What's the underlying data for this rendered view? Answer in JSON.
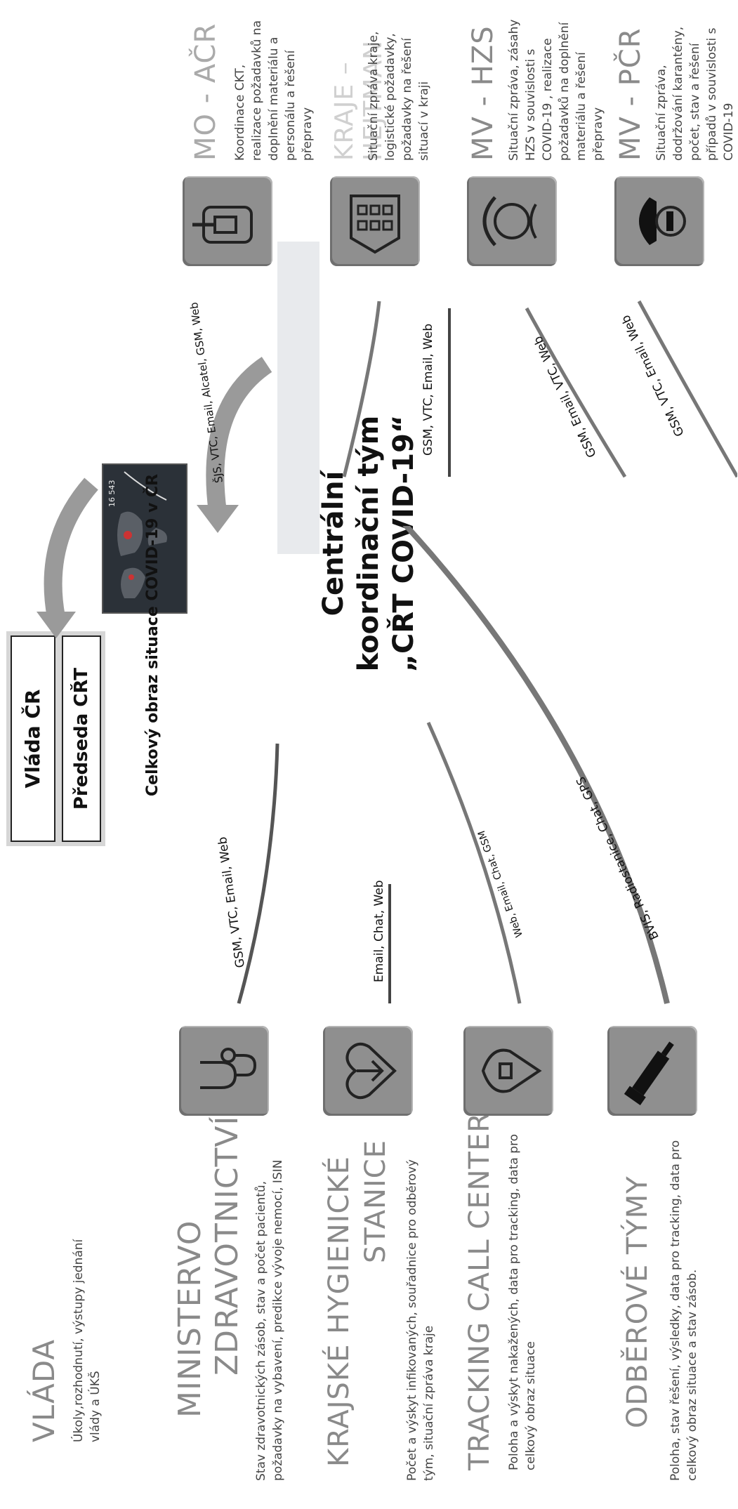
{
  "center": {
    "line1": "Centrální",
    "line2": "koordinační tým",
    "line3": "„CŘT COVID-19“"
  },
  "overview_title": "Celkový obraz situace COVID-19 v ČR",
  "gov_boxes": {
    "vlada": "Vláda ČR",
    "predseda": "Předseda CŘT"
  },
  "left_entities": [
    {
      "title_line1": "VLÁDA",
      "title_line2": "",
      "desc": "Úkoly,rozhodnutí, výstupy jednání vlády a ÚKŠ",
      "icon": "none"
    },
    {
      "title_line1": "MINISTERVO",
      "title_line2": "ZDRAVOTNICTVÍ",
      "desc": "Stav zdravotnických zásob, stav a počet pacientů, požadavky na vybavení, predikce vývoje nemocí, ISIN",
      "icon": "stethoscope-icon",
      "channels": "GSM, VTC, Email, Web"
    },
    {
      "title_line1": "KRAJSKÉ HYGIENICKÉ",
      "title_line2": "STANICE",
      "desc": "Počet a výskyt infikovaných, souřadnice pro odběrový tým, situační zpráva kraje",
      "icon": "heart-arrow-icon",
      "channels": "Email, Chat, Web"
    },
    {
      "title_line1": "TRACKING CALL CENTER",
      "title_line2": "",
      "desc": "Poloha a výskyt nakažených, data pro tracking, data pro celkový obraz situace",
      "icon": "location-pin-icon",
      "channels": "Web, Email, Chat, GSM"
    },
    {
      "title_line1": "ODBĚROVÉ TÝMY",
      "title_line2": "",
      "desc": "Poloha, stav řešení, výsledky, data pro tracking, data pro celkový obraz situace a stav zásob.",
      "icon": "syringe-icon",
      "channels": "BVIS, Radiostanice, Chat, GPS"
    }
  ],
  "right_entities": [
    {
      "title": "MO - AČR",
      "desc": "Koordinace CKT, realizace požadavků na doplnění materiálu a personálu a řešení přepravy",
      "icon": "tank-icon",
      "channels": "ŠJS, VTC, Email, Alcatel, GSM, Web"
    },
    {
      "title": "KRAJE – HEJTMAN",
      "desc": "Situační zpráva kraje, logistické požadavky, požadavky na řešení situací v kraji",
      "icon": "building-icon",
      "channels": "GSM, VTC, Email, Web"
    },
    {
      "title": "MV - HZS",
      "desc": "Situační zpráva, zásahy HZS v souvislosti s COVID-19 , realizace požadavků na doplnění materiálu a řešení přepravy",
      "icon": "firefighter-icon",
      "channels": "GSM, Email, VTC, Web"
    },
    {
      "title": "MV - PČR",
      "desc": "Situační zpráva, dodržování karantény, počet, stav a řešení případů v souvislosti s COVID-19",
      "icon": "police-icon",
      "channels": "GSM, VTC, Email, Web"
    }
  ],
  "dashboard": {
    "label": "16 543"
  }
}
